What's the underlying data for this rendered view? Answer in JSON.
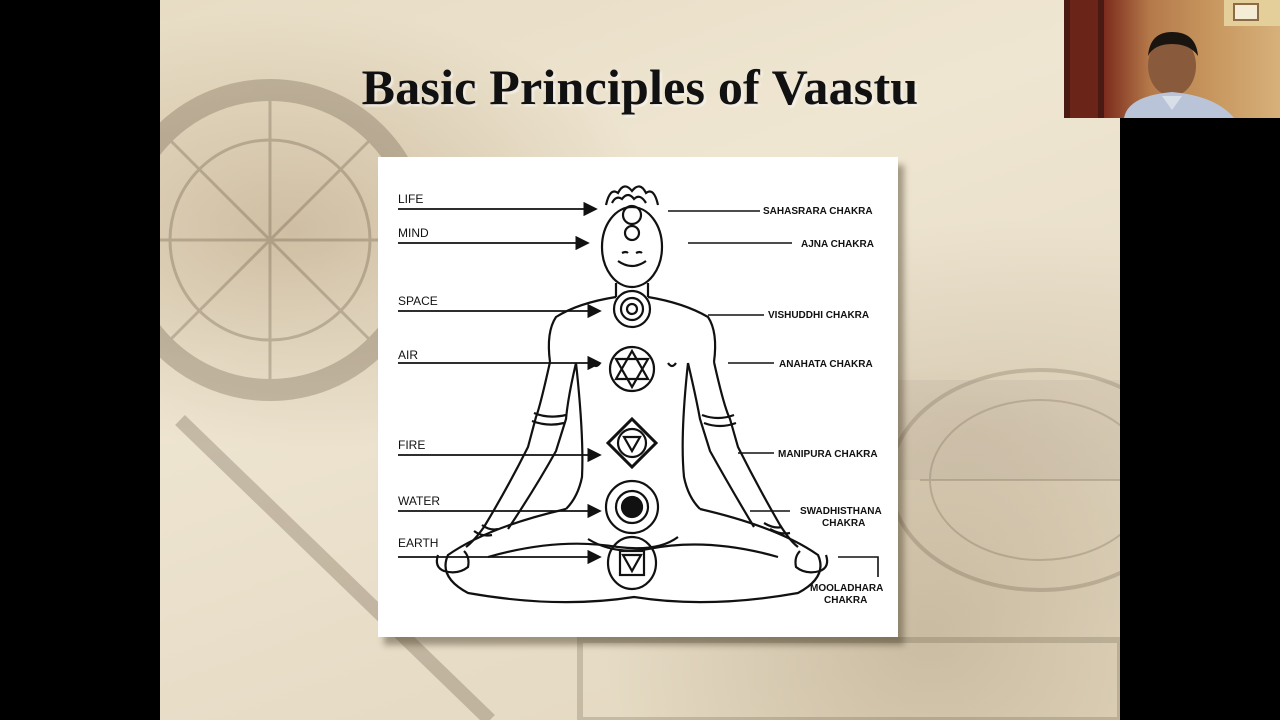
{
  "slide": {
    "title": "Basic Principles of Vaastu"
  },
  "figure": {
    "elements": [
      {
        "label": "LIFE"
      },
      {
        "label": "MIND"
      },
      {
        "label": "SPACE"
      },
      {
        "label": "AIR"
      },
      {
        "label": "FIRE"
      },
      {
        "label": "WATER"
      },
      {
        "label": "EARTH"
      }
    ],
    "chakras": [
      {
        "label": "SAHASRARA CHAKRA"
      },
      {
        "label": "AJNA CHAKRA"
      },
      {
        "label": "VISHUDDHI CHAKRA"
      },
      {
        "label": "ANAHATA CHAKRA"
      },
      {
        "label": "MANIPURA CHAKRA"
      },
      {
        "label": "SWADHISTHANA",
        "label2": "CHAKRA"
      },
      {
        "label": "MOOLADHARA",
        "label2": "CHAKRA"
      }
    ]
  },
  "colors": {
    "title": "#111111",
    "slide_bg": "#ece2cc",
    "card_bg": "#ffffff"
  },
  "icons": {
    "webcam": "presenter-video-icon"
  }
}
